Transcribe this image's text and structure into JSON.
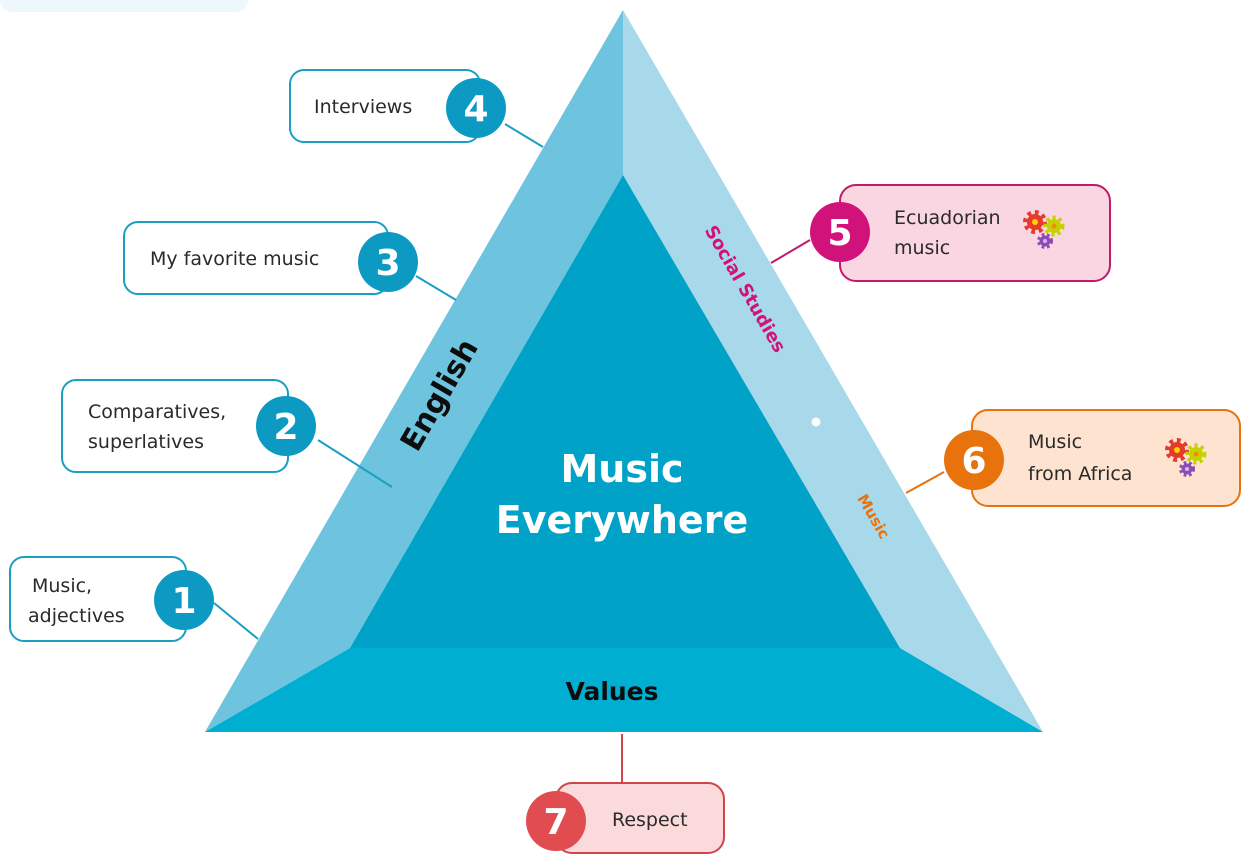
{
  "center_title": {
    "line1": "Music",
    "line2": "Everywhere"
  },
  "sides": {
    "english": "English",
    "social_studies": "Social Studies",
    "music": "Music",
    "values": "Values"
  },
  "topics": [
    {
      "number": "1",
      "line1": "Music,",
      "line2": "adjectives"
    },
    {
      "number": "2",
      "line1": "Comparatives,",
      "line2": "superlatives"
    },
    {
      "number": "3",
      "line1": "My favorite music",
      "line2": ""
    },
    {
      "number": "4",
      "line1": "Interviews",
      "line2": ""
    },
    {
      "number": "5",
      "line1": "Ecuadorian",
      "line2": "music"
    },
    {
      "number": "6",
      "line1": "Music",
      "line2": "from Africa"
    },
    {
      "number": "7",
      "line1": "Respect",
      "line2": ""
    }
  ],
  "colors": {
    "triangle_left": "#6ec3de",
    "triangle_right": "#a8d9ea",
    "triangle_bottom": "#00aed1",
    "triangle_center": "#00a2c8",
    "english_teal": "#009cc4",
    "social_studies_magenta": "#d1127a",
    "music_orange": "#e8720c",
    "values_red": "#e14c50",
    "social_box_fill": "#f9d6e2",
    "music_box_fill": "#fde3d0",
    "values_box_fill": "#fbdadb"
  },
  "icons": [
    "gears-icon",
    "gears-icon"
  ]
}
